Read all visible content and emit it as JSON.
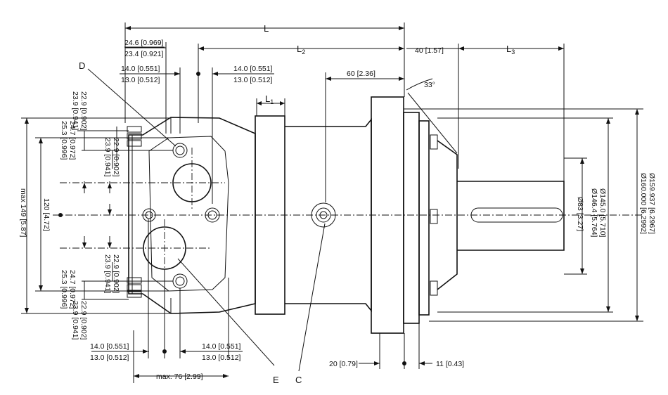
{
  "dims": {
    "L": "L",
    "L2": "L",
    "L2_sub": "2",
    "L3": "L",
    "L3_sub": "3",
    "L1": "L",
    "L1_sub": "1",
    "d246": "24.6 [0.969]",
    "d234": "23.4 [0.921]",
    "d140a": "14.0 [0.551]",
    "d130a": "13.0 [0.512]",
    "d140b": "14.0 [0.551]",
    "d130b": "13.0 [0.512]",
    "d60": "60 [2.36]",
    "d40": "40 [1.57]",
    "ang33": "33°",
    "v239a": "23.9 [0.941]",
    "v229a": "22.9 [0.902]",
    "v253a": "25.3 [0.996]",
    "v247a": "24.7 [0.972]",
    "v239b": "23.9 [0.941]",
    "v229b": "22.9 [0.902]",
    "vmax149": "max 149 [5.87]",
    "v120": "120 [4.72]",
    "v239c": "23.9 [0.941]",
    "v229c": "22.9 [0.902]",
    "v253b": "25.3 [0.996]",
    "v247b": "24.7 [0.972]",
    "v239d": "23.9 [0.941]",
    "v229d": "22.9 [0.902]",
    "d140c": "14.0 [0.551]",
    "d130c": "13.0 [0.512]",
    "d140d": "14.0 [0.551]",
    "d130d": "13.0 [0.512]",
    "dmax76": "max. 76 [2.99]",
    "d20": "20 [0.79]",
    "d11": "11 [0.43]",
    "dia83": "Ø83 [3.27]",
    "dia1464": "Ø146.4 [5.764]",
    "dia1450": "Ø145.0 [5.710]",
    "dia160": "Ø160.000 [6.2992]",
    "dia159": "Ø159.937 [6.2967]"
  },
  "labels": {
    "D": "D",
    "E": "E",
    "C": "C"
  }
}
